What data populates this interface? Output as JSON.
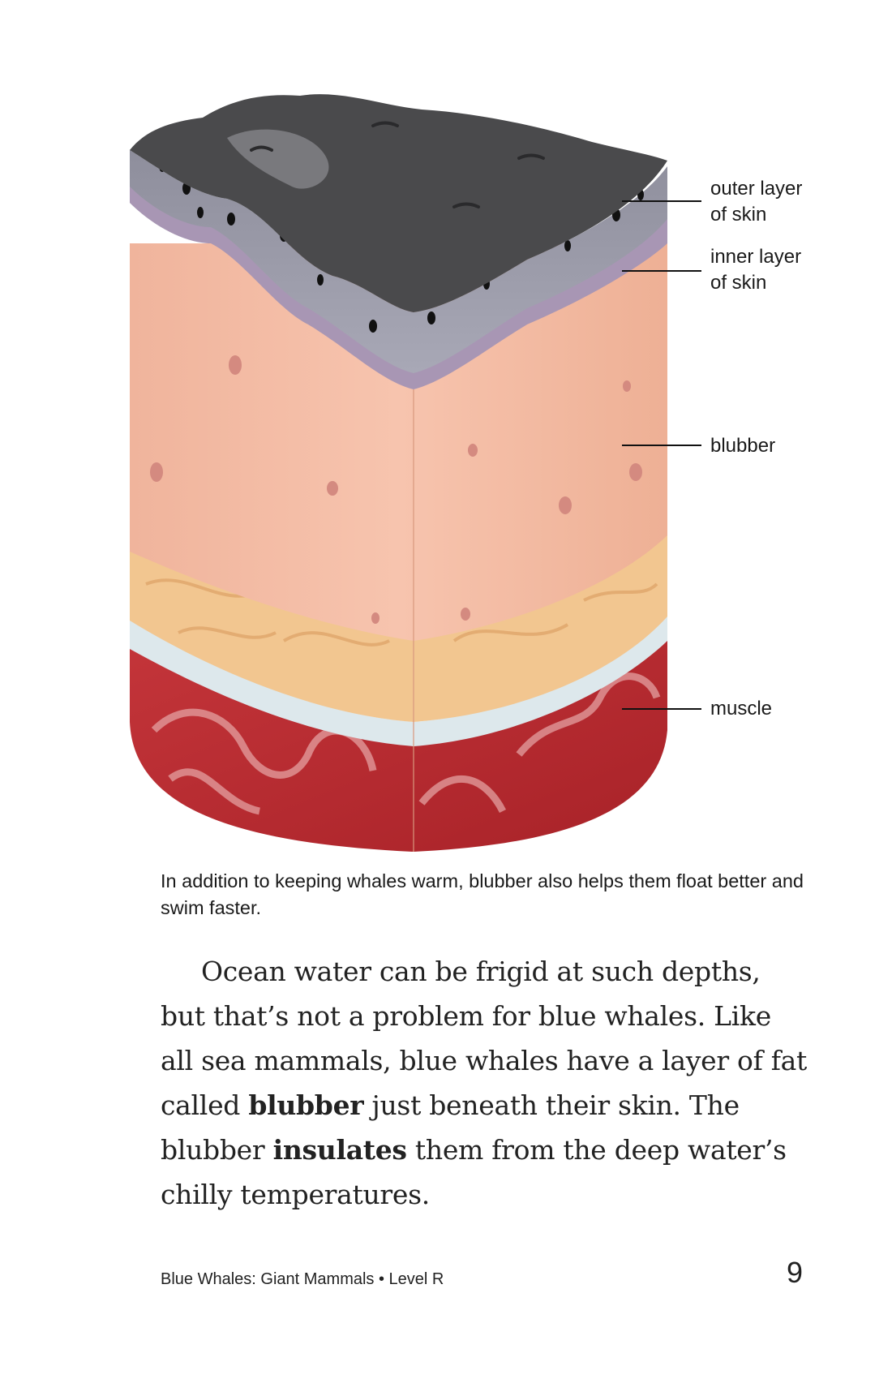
{
  "figure": {
    "labels": {
      "outer_skin": "outer layer\nof skin",
      "inner_skin": "inner layer\nof skin",
      "blubber": "blubber",
      "muscle": "muscle"
    },
    "colors": {
      "outer_skin_top": "#4a4a4c",
      "outer_skin_side": "#9a9aa8",
      "inner_skin": "#a896b4",
      "blubber": "#f3b8a0",
      "fat": "#f2c690",
      "connective": "#dde8ec",
      "muscle": "#b82a30"
    }
  },
  "caption": "In addition to keeping whales warm, blubber also helps them float better and swim faster.",
  "body": {
    "p1": "Ocean water can be frigid at such depths, but that’s not a problem for blue whales. Like all sea mammals, blue whales have a layer of fat called ",
    "term1": "blubber",
    "p2": " just beneath their skin. The blubber ",
    "term2": "insulates",
    "p3": " them from the deep water’s chilly temperatures."
  },
  "footer": {
    "title": "Blue Whales: Giant Mammals • Level R",
    "page_number": "9"
  }
}
